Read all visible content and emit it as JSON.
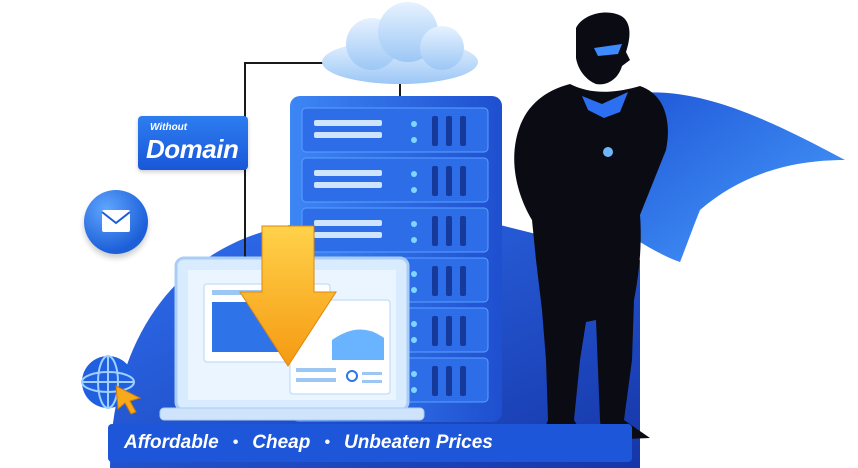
{
  "tag": {
    "small": "Without",
    "big": "Domain"
  },
  "tagline": {
    "items": [
      "Affordable",
      "Cheap",
      "Unbeaten Prices"
    ],
    "separator": "•"
  },
  "colors": {
    "primary": "#1f5fe0",
    "dark": "#173a9e",
    "accent": "#f7a81b",
    "silhouette": "#0b0b14"
  },
  "icons": [
    "cloud-icon",
    "mail-icon",
    "globe-cursor-icon",
    "download-arrow-icon",
    "server-rack-icon",
    "laptop-icon",
    "hero-silhouette"
  ]
}
